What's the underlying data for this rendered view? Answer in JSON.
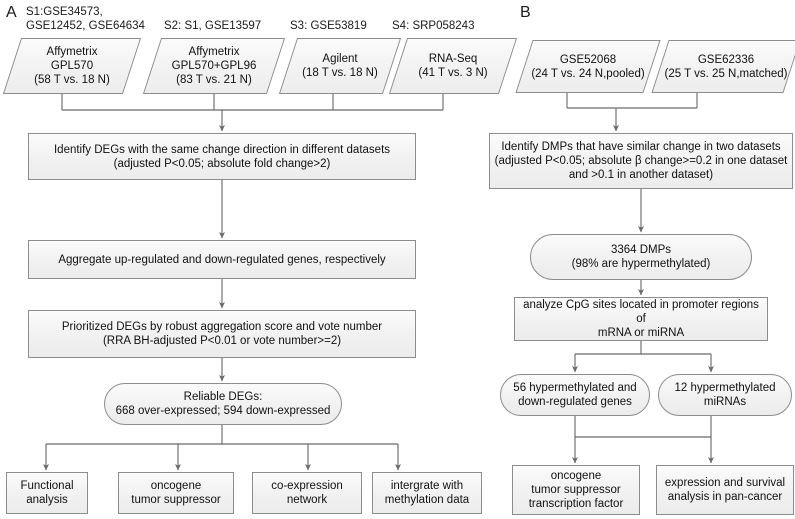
{
  "figure": {
    "panels": [
      {
        "id": "A",
        "label": "A"
      },
      {
        "id": "B",
        "label": "B"
      }
    ]
  },
  "panel_a": {
    "captions": [
      "S1:GSE34573,\nGSE12452, GSE64634",
      "S2: S1, GSE13597",
      "S3:  GSE53819",
      "S4:  SRP058243"
    ],
    "sources": [
      "Affymetrix\nGPL570\n(58 T vs. 18 N)",
      "Affymetrix\nGPL570+GPL96\n(83 T vs. 21 N)",
      "Agilent\n(18 T vs. 18 N)",
      "RNA-Seq\n(41 T vs. 3 N)"
    ],
    "steps": [
      "Identify DEGs with the same change direction in different datasets\n(adjusted P<0.05; absolute fold change>2)",
      "Aggregate up-regulated and down-regulated genes, respectively",
      "Prioritized DEGs by robust aggregation score and vote number\n(RRA BH-adjusted P<0.01 or vote number>=2)"
    ],
    "result": "Reliable DEGs:\n668 over-expressed; 594 down-expressed",
    "outcomes": [
      "Functional\nanalysis",
      "oncogene\ntumor suppressor",
      "co-expression\nnetwork",
      "intergrate with\nmethylation data"
    ]
  },
  "panel_b": {
    "sources": [
      "GSE52068\n(24 T vs. 24 N,pooled)",
      "GSE62336\n(25 T vs. 25 N,matched)"
    ],
    "steps": [
      "Identify DMPs that have similar change in two datasets\n(adjusted P<0.05; absolute β change>=0.2 in one dataset\nand >0.1 in another dataset)"
    ],
    "result": "3364 DMPs\n(98% are hypermethylated)",
    "analysis": "analyze CpG sites located in promoter regions of\nmRNA or miRNA",
    "results2": [
      "56 hypermethylated and\ndown-regulated genes",
      "12 hypermethylated\nmiRNAs"
    ],
    "outcomes": [
      "oncogene\ntumor suppressor\ntranscription factor",
      "expression and survival\nanalysis in pan-cancer"
    ]
  },
  "colors": {
    "node_border": "#8d8d8d",
    "node_fill_top": "#fbfbfb",
    "node_fill_bottom": "#ececec",
    "wire": "#6b6b6b",
    "text": "#111111"
  }
}
